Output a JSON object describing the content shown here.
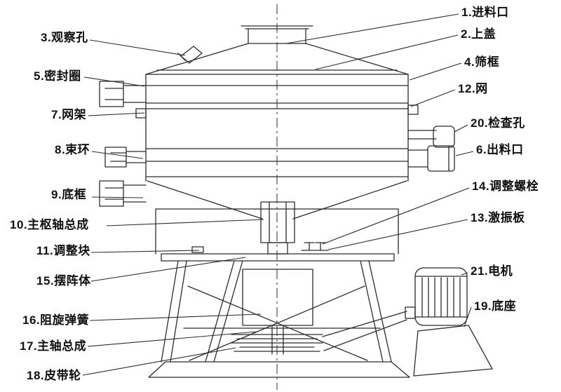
{
  "colors": {
    "line": "#2b2b2b",
    "text": "#111111",
    "background": "#ffffff"
  },
  "figure": {
    "kind": "line-drawing-diagram",
    "labels": [
      {
        "num": 1,
        "part": "feed-inlet",
        "text": "1.进料口",
        "side": "right"
      },
      {
        "num": 2,
        "part": "top-cover",
        "text": "2.上盖",
        "side": "right"
      },
      {
        "num": 3,
        "part": "observation-hole",
        "text": "3.观察孔",
        "side": "left"
      },
      {
        "num": 4,
        "part": "sieve-frame",
        "text": "4.筛框",
        "side": "right"
      },
      {
        "num": 5,
        "part": "seal-ring",
        "text": "5.密封圈",
        "side": "left"
      },
      {
        "num": 6,
        "part": "outlet",
        "text": "6.出料口",
        "side": "right"
      },
      {
        "num": 7,
        "part": "mesh-frame",
        "text": "7.网架",
        "side": "left"
      },
      {
        "num": 8,
        "part": "clamp-ring",
        "text": "8.束环",
        "side": "left"
      },
      {
        "num": 9,
        "part": "bottom-frame",
        "text": "9.底框",
        "side": "left"
      },
      {
        "num": 10,
        "part": "main-pivot-assembly",
        "text": "10.主枢轴总成",
        "side": "left"
      },
      {
        "num": 11,
        "part": "adjust-block",
        "text": "11.调整块",
        "side": "left"
      },
      {
        "num": 12,
        "part": "mesh",
        "text": "12.网",
        "side": "right"
      },
      {
        "num": 13,
        "part": "excitation-plate",
        "text": "13.激振板",
        "side": "right"
      },
      {
        "num": 14,
        "part": "adjust-bolt",
        "text": "14.调整螺栓",
        "side": "right"
      },
      {
        "num": 15,
        "part": "vibrating-body",
        "text": "15.摆阵体",
        "side": "left"
      },
      {
        "num": 16,
        "part": "damping-spring",
        "text": "16.阻旋弹簧",
        "side": "left"
      },
      {
        "num": 17,
        "part": "main-shaft-assembly",
        "text": "17.主轴总成",
        "side": "left"
      },
      {
        "num": 18,
        "part": "belt-pulley",
        "text": "18.皮带轮",
        "side": "left"
      },
      {
        "num": 19,
        "part": "base",
        "text": "19.底座",
        "side": "right"
      },
      {
        "num": 20,
        "part": "inspection-hole",
        "text": "20.检查孔",
        "side": "right"
      },
      {
        "num": 21,
        "part": "motor",
        "text": "21.电机",
        "side": "right"
      }
    ]
  }
}
